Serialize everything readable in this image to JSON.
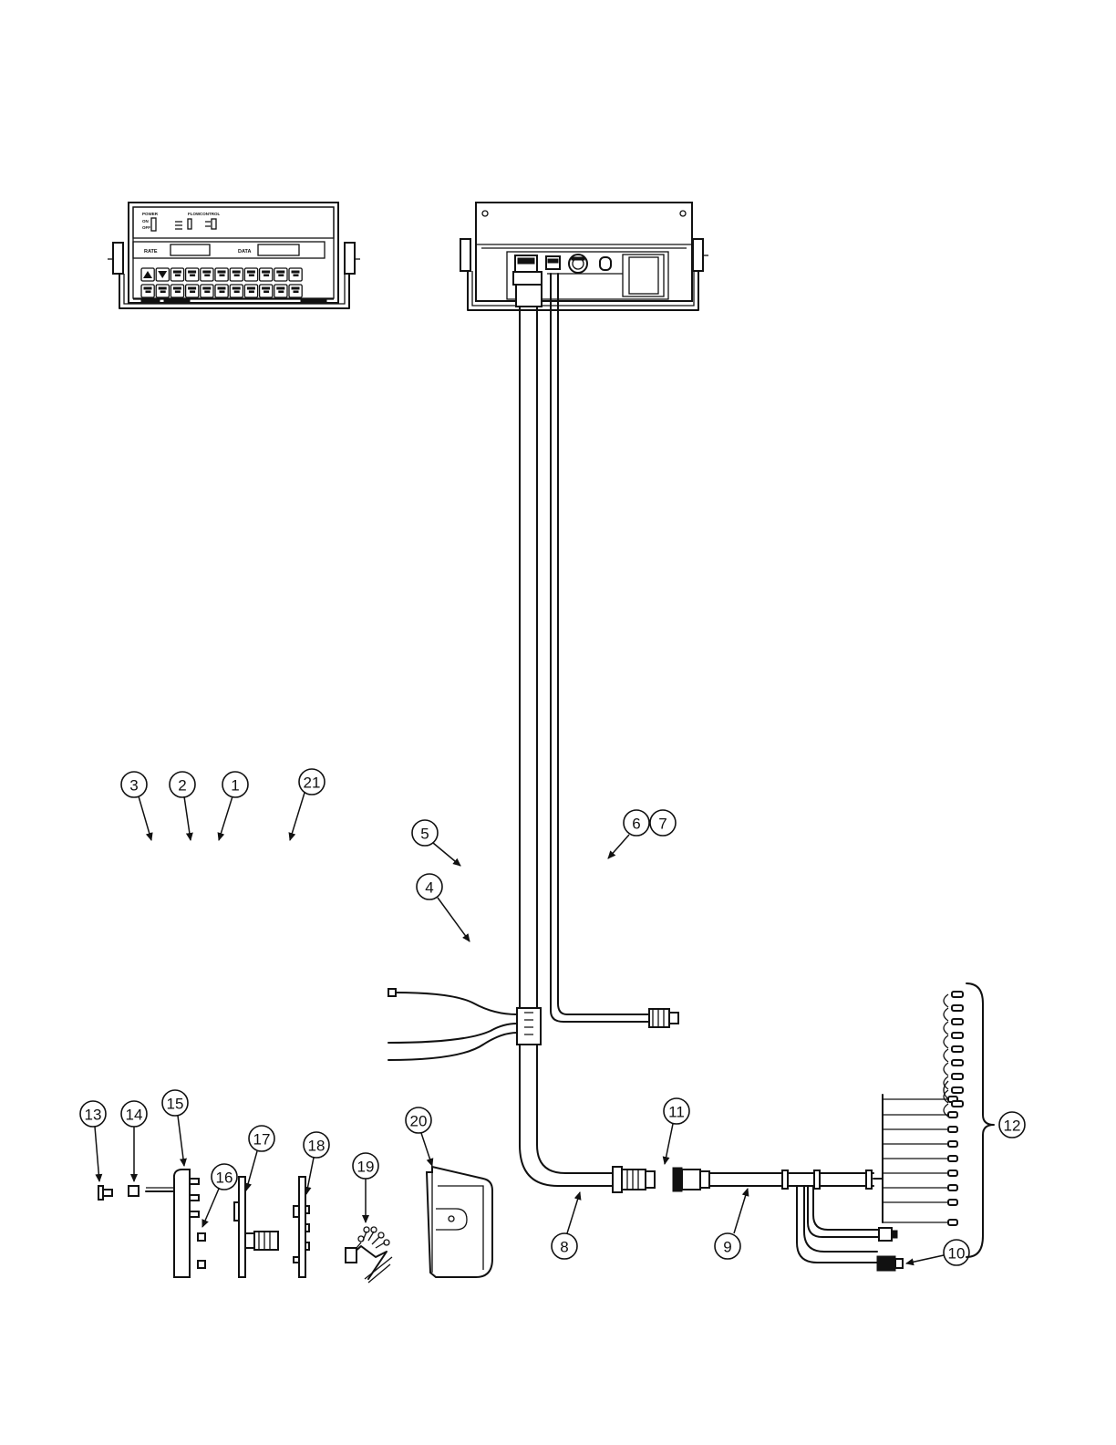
{
  "console_labels": {
    "power": "POWER",
    "on": "ON",
    "off": "OFF",
    "flow": "FLOW",
    "control": "CONTROL",
    "rate": "RATE",
    "data": "DATA"
  },
  "callouts": [
    "1",
    "2",
    "3",
    "4",
    "5",
    "6",
    "7",
    "8",
    "9",
    "10",
    "11",
    "12",
    "13",
    "14",
    "15",
    "16",
    "17",
    "18",
    "19",
    "20",
    "21"
  ]
}
